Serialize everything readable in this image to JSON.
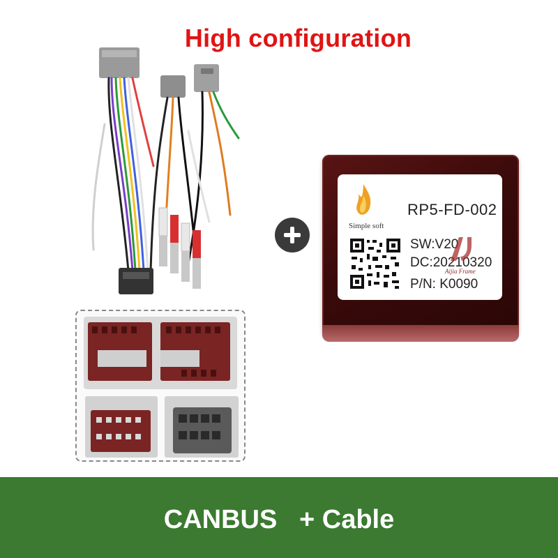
{
  "headline": "High configuration",
  "module": {
    "brand": "Simple soft",
    "model": "RP5-FD-002",
    "sw": "SW:V20",
    "dc": "DC:20210320",
    "pn": "P/N: K0090",
    "logo_text": "Aijia Frame"
  },
  "banner": "CANBUS   + Cable",
  "colors": {
    "headline": "#e01414",
    "banner_bg": "#3b7a30",
    "module_body": "#3a0a0a",
    "plus_circle": "#3a3a3a"
  },
  "icons": [
    "plus-icon",
    "flame-logo-icon",
    "qr-code-icon"
  ]
}
